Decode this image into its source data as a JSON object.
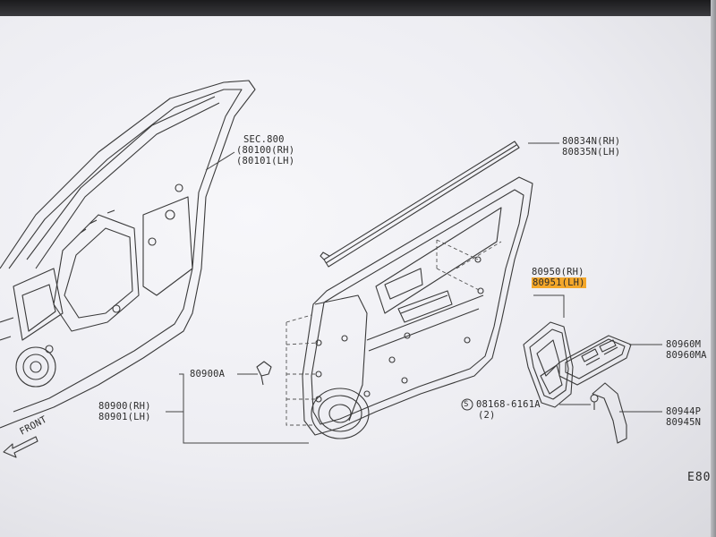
{
  "labels": {
    "sec_title": "SEC.800",
    "sec_rh": "(80100(RH)",
    "sec_lh": "(80101(LH)",
    "p80834": "80834N(RH)",
    "p80835": "80835N(LH)",
    "p80950": "80950(RH)",
    "p80951": "80951(LH)",
    "p80960m": "80960M",
    "p80960ma": "80960MA",
    "p80900a": "80900A",
    "p80900": "80900(RH)",
    "p80901": "80901(LH)",
    "p80944": "80944P",
    "p80945": "80945N",
    "bolt_symbol": "S",
    "bolt_code": "08168-6161A",
    "bolt_qty": "(2)",
    "front": "FRONT",
    "diagram_code": "E80"
  },
  "colors": {
    "highlight": "#f4a72a",
    "ink": "#2b2b2b",
    "paper": "#f2f2f6"
  }
}
